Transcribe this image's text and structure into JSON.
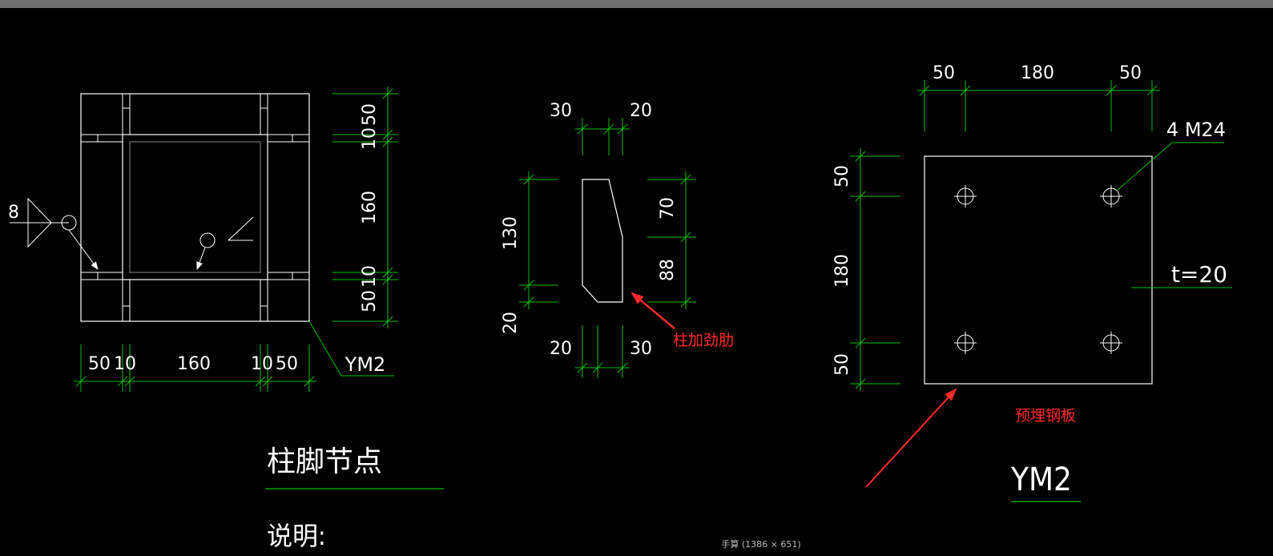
{
  "window": {
    "caption": "手算 (1386 × 651)"
  },
  "colors": {
    "background": "#000000",
    "outline": "#ffffff",
    "dimension": "#00c000",
    "annotation": "#ff2a2a",
    "inner": "#808080"
  },
  "left_view": {
    "title": "柱脚节点",
    "note_label": "说明:",
    "weld_size": "8",
    "label": "YM2",
    "dims_right": [
      "50",
      "10",
      "160",
      "10",
      "50"
    ],
    "dims_bottom": [
      "50",
      "10",
      "160",
      "10",
      "50"
    ]
  },
  "stiffener": {
    "top_dims": [
      "30",
      "20"
    ],
    "bottom_dims": [
      "20",
      "30"
    ],
    "left_dims": [
      "130",
      "20"
    ],
    "right_dims": [
      "70",
      "88"
    ],
    "label": "柱加劲肋"
  },
  "plate": {
    "top_dims": [
      "50",
      "180",
      "50"
    ],
    "left_dims": [
      "50",
      "180",
      "50"
    ],
    "bolts": "4 M24",
    "thickness": "t=20",
    "label": "预埋钢板",
    "title": "YM2"
  }
}
